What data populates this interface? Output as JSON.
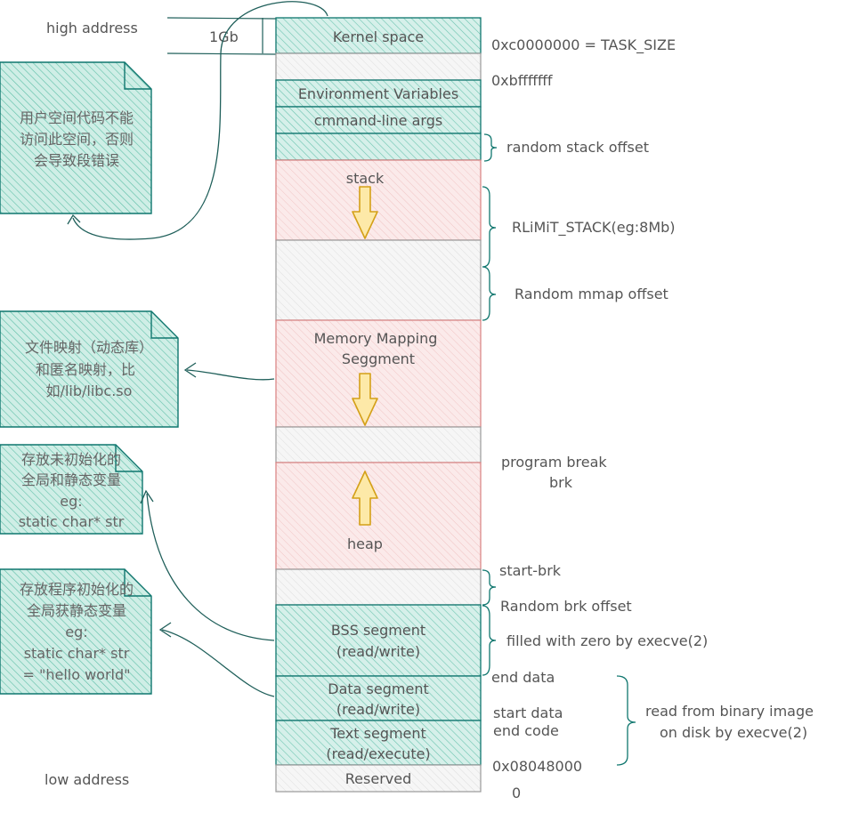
{
  "labels": {
    "high_address": "high address",
    "low_address": "low address",
    "gb": "1Gb"
  },
  "segments": {
    "kernel": "Kernel space",
    "env": "Environment Variables",
    "args": "cmmand-line args",
    "stack": "stack",
    "mmap_line1": "Memory Mapping",
    "mmap_line2": "Seggment",
    "heap": "heap",
    "bss_line1": "BSS segment",
    "bss_line2": "(read/write)",
    "data_line1": "Data segment",
    "data_line2": "(read/write)",
    "text_line1": "Text segment",
    "text_line2": "(read/execute)",
    "reserved": "Reserved"
  },
  "right": {
    "task_size": "0xc0000000 = TASK_SIZE",
    "bfff": "0xbfffffff",
    "random_stack": "random stack offset",
    "rlimit": "RLiMiT_STACK(eg:8Mb)",
    "random_mmap": "Random mmap offset",
    "program_break": "program break",
    "brk": "brk",
    "start_brk": "start-brk",
    "random_brk": "Random brk offset",
    "filled_zero": "filled with zero by execve(2)",
    "end_data": "end data",
    "start_data": "start data",
    "end_code": "end code",
    "read_binary_line1": "read from binary image",
    "read_binary_line2": "on disk by execve(2)",
    "addr_0804": "0x08048000",
    "zero": "0"
  },
  "notes": {
    "kernel": [
      "用户空间代码不能",
      "访问此空间，否则",
      "会导致段错误"
    ],
    "mmap": [
      "文件映射（动态库）",
      "和匿名映射，比",
      "如/lib/libc.so"
    ],
    "bss": [
      "存放未初始化的",
      "全局和静态变量",
      "eg:",
      "static char* str"
    ],
    "data": [
      "存放程序初始化的",
      "全局获静态变量",
      "eg:",
      "static char* str",
      "= \"hello world\""
    ]
  },
  "colors": {
    "teal_fill": "#c8ebe3",
    "teal_stroke": "#0f766e",
    "pink_fill": "#f9e3e3",
    "pink_stroke": "#d88080",
    "gray_fill": "#f2f2f2",
    "gray_stroke": "#999999",
    "arrow_fill": "#fde9a8",
    "arrow_stroke": "#d4a017"
  }
}
